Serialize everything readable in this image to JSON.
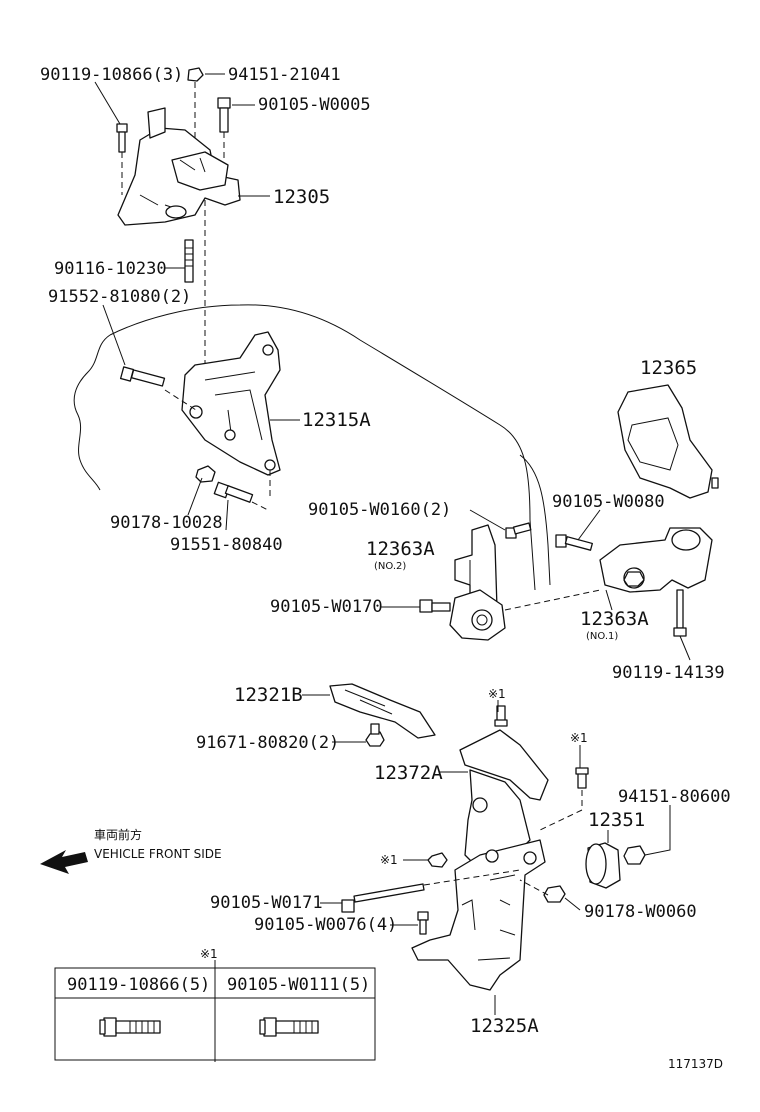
{
  "labels": {
    "p90119_10866_3": "90119-10866(3)",
    "p94151_21041": "94151-21041",
    "p90105_W0005": "90105-W0005",
    "p12305": "12305",
    "p90116_10230": "90116-10230",
    "p91552_81080_2": "91552-81080(2)",
    "p12315A": "12315A",
    "p90178_10028": "90178-10028",
    "p91551_80840": "91551-80840",
    "p12365": "12365",
    "p90105_W0160_2": "90105-W0160(2)",
    "p90105_W0080": "90105-W0080",
    "p12363A_no2": "12363A",
    "no2": "(NO.2)",
    "p90105_W0170": "90105-W0170",
    "p12363A_no1": "12363A",
    "no1": "(NO.1)",
    "p90119_14139": "90119-14139",
    "p12321B": "12321B",
    "p91671_80820_2": "91671-80820(2)",
    "p12372A": "12372A",
    "mark1_a": "※1",
    "mark1_b": "※1",
    "mark1_c": "※1",
    "p94151_80600": "94151-80600",
    "p12351": "12351",
    "p90105_W0171": "90105-W0171",
    "p90105_W0076_4": "90105-W0076(4)",
    "p90178_W0060": "90178-W0060",
    "p12325A": "12325A",
    "front_jp": "車両前方",
    "front_en": "VEHICLE FRONT SIDE",
    "diagram_id": "117137D"
  },
  "legend_table": {
    "mark": "※1",
    "col1": "90119-10866(5)",
    "col2": "90105-W0111(5)"
  }
}
